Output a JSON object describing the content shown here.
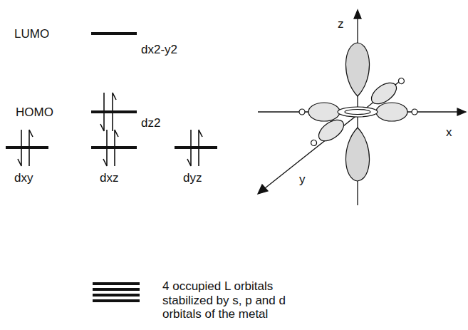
{
  "diagram": {
    "labels": [
      "LUMO",
      "dx2-y2",
      "HOMO",
      "dz2",
      "dxy",
      "dxz",
      "dyz",
      "z",
      "x",
      "y",
      "4 occupied L orbitals stabilized by s, p and d orbitals of the metal"
    ]
  }
}
